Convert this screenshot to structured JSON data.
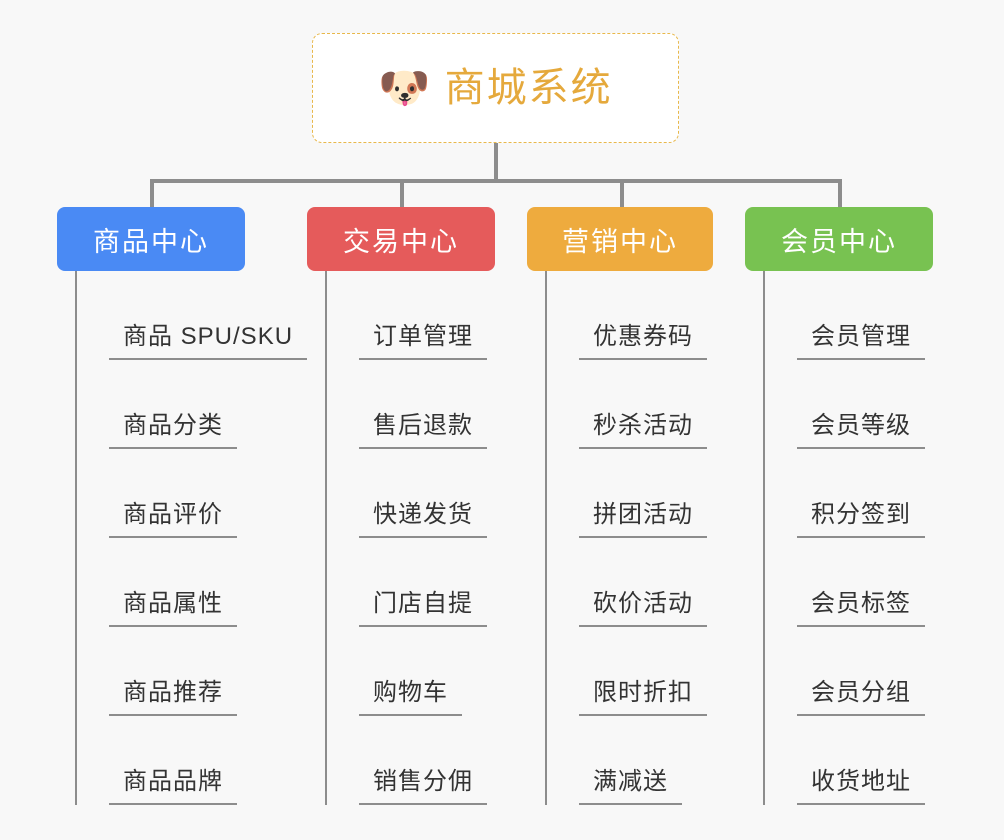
{
  "diagram": {
    "type": "mind-map",
    "background_color": "#f8f8f8",
    "root": {
      "emoji": "dog-face-emoji",
      "emoji_glyph": "🐶",
      "title": "商城系统",
      "text_color": "#e5a93c",
      "border_color": "#e8b84b",
      "border_style": "dashed"
    },
    "connector_color": "#8d8d8d",
    "branches": [
      {
        "label": "商品中心",
        "color": "#4a8af4",
        "items": [
          "商品 SPU/SKU",
          "商品分类",
          "商品评价",
          "商品属性",
          "商品推荐",
          "商品品牌"
        ]
      },
      {
        "label": "交易中心",
        "color": "#e55b5b",
        "items": [
          "订单管理",
          "售后退款",
          "快递发货",
          "门店自提",
          "购物车",
          "销售分佣"
        ]
      },
      {
        "label": "营销中心",
        "color": "#eeab3e",
        "items": [
          "优惠券码",
          "秒杀活动",
          "拼团活动",
          "砍价活动",
          "限时折扣",
          "满减送"
        ]
      },
      {
        "label": "会员中心",
        "color": "#78c251",
        "items": [
          "会员管理",
          "会员等级",
          "积分签到",
          "会员标签",
          "会员分组",
          "收货地址"
        ]
      }
    ]
  }
}
